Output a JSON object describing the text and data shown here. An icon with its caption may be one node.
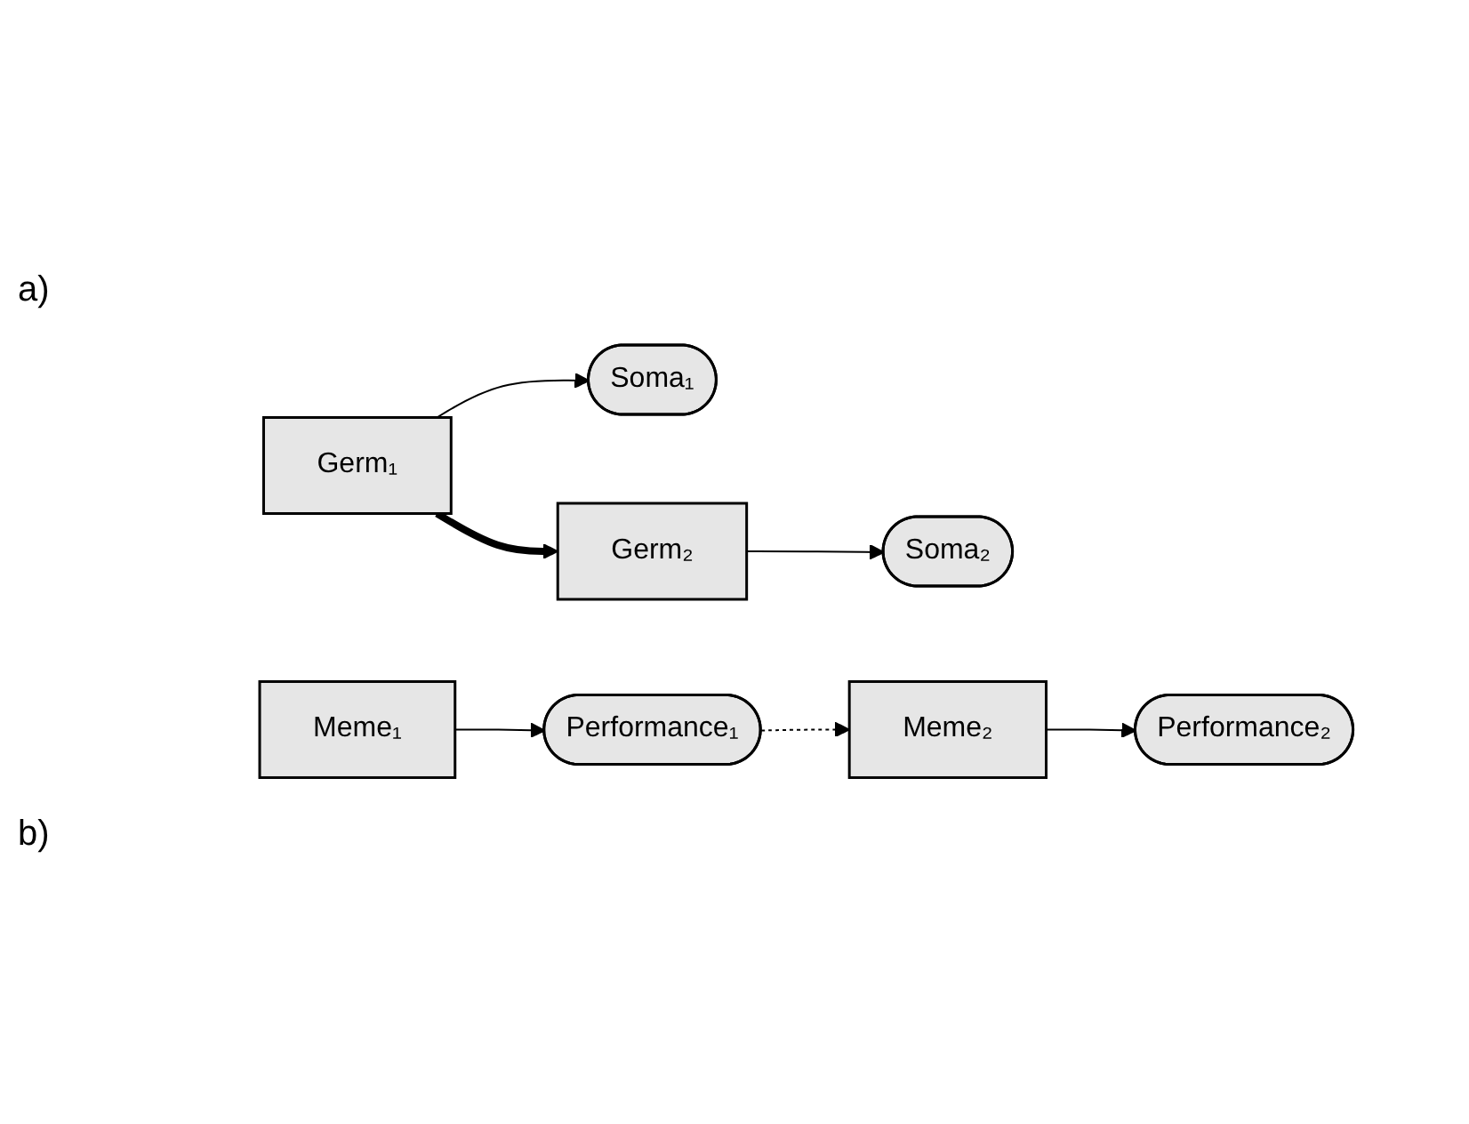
{
  "diagram": {
    "nodes": [
      {
        "text": [
          "Soma₁"
        ]
      },
      {
        "text": [
          "Soma₂"
        ]
      },
      {
        "text": [
          "Germ₁"
        ]
      },
      {
        "text": [
          "Germ₂"
        ]
      },
      {
        "text": [
          "Performance₁"
        ]
      },
      {
        "text": [
          "Performance₂"
        ]
      },
      {
        "text": [
          "Meme₁"
        ]
      },
      {
        "text": [
          "Meme₂"
        ]
      }
    ],
    "edges": [
      {
        "from": 2,
        "to": 0,
        "arrow": "to"
      },
      {
        "from": 3,
        "to": 1,
        "arrow": "to"
      },
      {
        "from": 2,
        "to": 3,
        "arrow": "to",
        "style": "thick"
      },
      {
        "from": 6,
        "to": 4,
        "arrow": "to"
      },
      {
        "from": 7,
        "to": 5,
        "arrow": "to"
      },
      {
        "from": 4,
        "to": 7,
        "arrow": "to",
        "style": "dashed"
      }
    ],
    "labels": [
      "a)",
      "b)"
    ]
  }
}
